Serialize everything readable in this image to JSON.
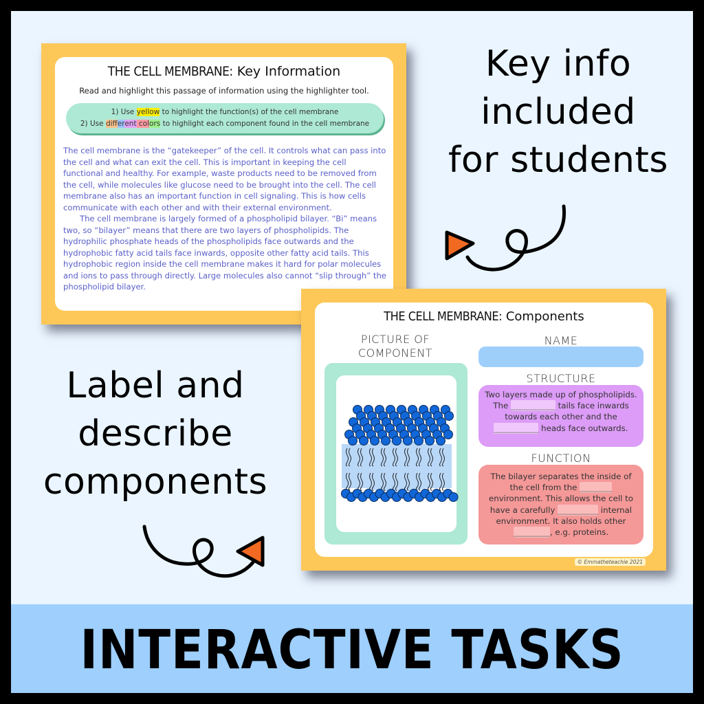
{
  "callouts": {
    "top_right": [
      "Key info",
      "included",
      "for students"
    ],
    "left": [
      "Label and",
      "describe",
      "components"
    ]
  },
  "banner": {
    "text": "INTERACTIVE TASKS"
  },
  "key_info_slide": {
    "title_caps": "THE CELL MEMBRANE:",
    "title_rest": " Key Information",
    "subtitle": "Read and highlight this passage of information using the highlighter tool.",
    "instructions": {
      "line1_pre": "1) Use ",
      "line1_highlight": "yellow",
      "line1_post": " to highlight the function(s) of the cell membrane",
      "line2_pre": "2) Use ",
      "line2_highlight_parts": [
        "dif",
        "fer",
        "ent",
        " col",
        "ors"
      ],
      "line2_post": " to highlight each component found in the cell membrane"
    },
    "paragraph1": "The cell membrane is the “gatekeeper” of the cell. It controls what can pass into the cell and what can exit the cell. This is important in keeping the cell functional and healthy. For example, waste products need to be removed from the cell, while molecules like glucose need to be brought into the cell. The cell membrane also has an important function in cell signaling. This is how cells communicate with each other and with their external environment.",
    "paragraph2": "The cell membrane is largely formed of a phospholipid bilayer. “Bi” means two, so “bilayer” means that there are two layers of phospholipids. The  hydrophilic phosphate heads of the phospholipids face outwards and the hydrophobic fatty acid tails face inwards, opposite other fatty acid tails. This hydrophobic region inside the cell membrane makes it hard for polar molecules and ions to pass through directly. Large molecules also cannot “slip through” the phospholipid bilayer."
  },
  "components_slide": {
    "title_caps": "THE CELL MEMBRANE:",
    "title_rest": " Components",
    "picture_heading": [
      "PICTURE OF",
      "COMPONENT"
    ],
    "picture_alt": "phospholipid-bilayer-diagram",
    "name_heading": "NAME",
    "name_value": "",
    "structure_heading": "STRUCTURE",
    "structure": {
      "t1": "Two layers made up of phospholipids. The ",
      "blank1": "___________",
      "t2": " tails face inwards towards each other and the ",
      "blank2": "___________",
      "t3": " heads face outwards."
    },
    "function_heading": "FUNCTION",
    "function": {
      "t1": "The bilayer separates the inside of the cell from the ",
      "blank1": "________",
      "t2": " environment. This allows the cell to have a carefully ",
      "blank2": "__________",
      "t3": " internal environment. It also holds other ",
      "blank3": "_________",
      "t4": ", e.g. proteins."
    },
    "credit": "© Emmatheteachie 2021"
  },
  "colors": {
    "background": "#eaf5ff",
    "border": "#000000",
    "card_frame": "#fdc858",
    "banner": "#9ecffd",
    "instructions_pill": "#ade9d4",
    "picture_frame": "#ade9d4",
    "name_bar": "#9ecffb",
    "structure_box": "#dc9cf7",
    "function_box": "#f59898",
    "passage_text": "#5a5fc8",
    "arrowhead": "#f26a22",
    "lipid_head": "#1167d8"
  }
}
